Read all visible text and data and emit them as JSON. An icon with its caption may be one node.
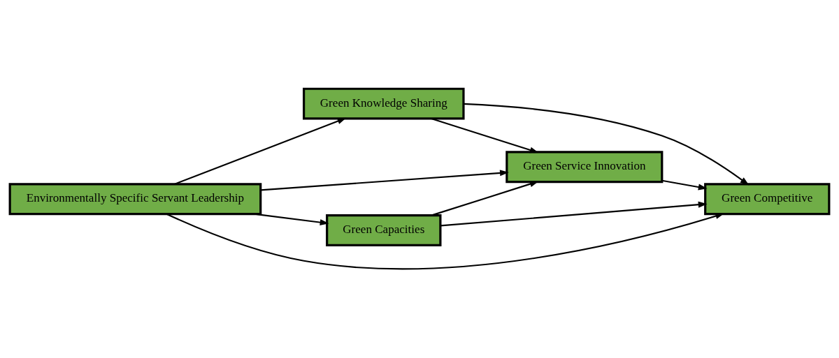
{
  "diagram": {
    "nodes": [
      {
        "text": [
          "Environmentally Specific Servant Leadership"
        ]
      },
      {
        "text": [
          "Green Knowledge Sharing"
        ]
      },
      {
        "text": [
          "Green Competitive"
        ]
      },
      {
        "text": [
          "Green Capacities"
        ]
      },
      {
        "text": [
          "Green Service Innovation"
        ]
      }
    ],
    "edges": [
      {
        "from": 0,
        "to": 2,
        "arrow": "to"
      },
      {
        "from": 0,
        "to": 1,
        "arrow": "to"
      },
      {
        "from": 0,
        "to": 3,
        "arrow": "to"
      },
      {
        "from": 0,
        "to": 4,
        "arrow": "to"
      },
      {
        "from": 1,
        "to": 2,
        "arrow": "to"
      },
      {
        "from": 1,
        "to": 4,
        "arrow": "to"
      },
      {
        "from": 3,
        "to": 2,
        "arrow": "to"
      },
      {
        "from": 3,
        "to": 4,
        "arrow": "to"
      },
      {
        "from": 4,
        "to": 2,
        "arrow": "to"
      }
    ]
  }
}
